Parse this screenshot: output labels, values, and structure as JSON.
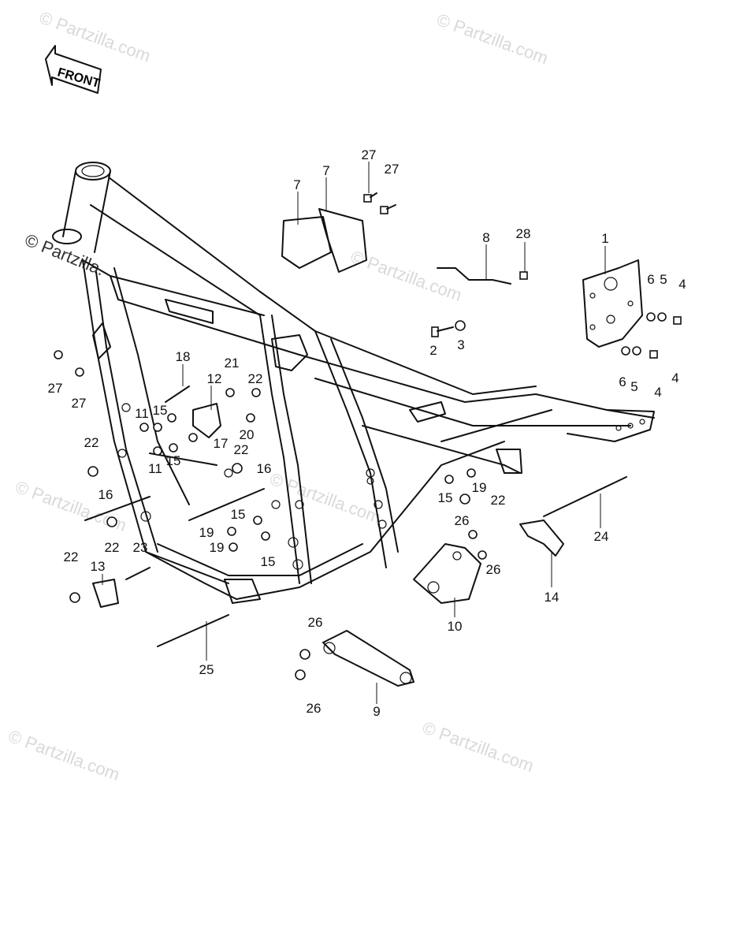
{
  "front_label": "FRONT",
  "watermark": "© Partzilla.com",
  "side_watermark": "© Partzilla.",
  "callouts": [
    "1",
    "2",
    "3",
    "4",
    "4",
    "4",
    "5",
    "5",
    "6",
    "6",
    "7",
    "7",
    "8",
    "9",
    "10",
    "11",
    "11",
    "12",
    "13",
    "14",
    "15",
    "15",
    "15",
    "15",
    "15",
    "16",
    "16",
    "17",
    "18",
    "19",
    "19",
    "19",
    "20",
    "21",
    "22",
    "22",
    "22",
    "22",
    "22",
    "22",
    "23",
    "24",
    "25",
    "26",
    "26",
    "26",
    "26",
    "27",
    "27",
    "27",
    "27",
    "28"
  ]
}
